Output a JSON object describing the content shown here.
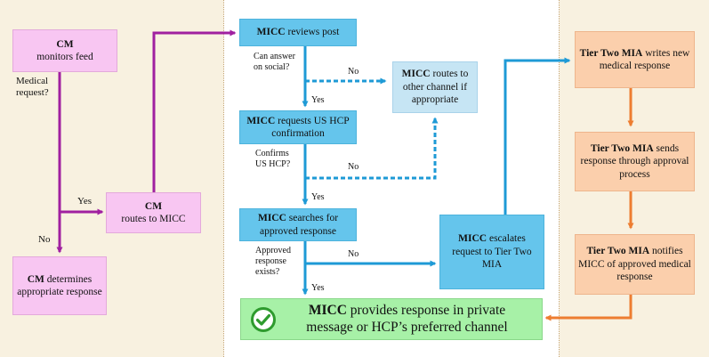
{
  "colors": {
    "lane_background": "#f8f1e0",
    "center_lane": "#ffffff",
    "community_manager": "#f8c6f2",
    "micc": "#65c5ec",
    "micc_routes_other": "#c6e5f4",
    "tier_two_mia": "#fbcfac",
    "final_response": "#a7f1a7",
    "arrow_purple": "#a020a0",
    "arrow_blue": "#1e9ad6",
    "arrow_orange": "#ed7d31",
    "check_green": "#2e9b2e"
  },
  "icons": {
    "final_check": "check-circle-icon"
  },
  "nodes": {
    "cm_monitors": {
      "bold": "CM",
      "text": "monitors feed"
    },
    "cm_routes": {
      "bold": "CM",
      "text": "routes to MICC"
    },
    "cm_determines": {
      "bold": "CM",
      "text": " determines appropriate response"
    },
    "micc_reviews": {
      "bold": "MICC",
      "text": " reviews post"
    },
    "micc_routes_other": {
      "bold": "MICC",
      "text": " routes to other channel if appropriate"
    },
    "micc_requests": {
      "bold": "MICC",
      "text": " requests US HCP confirmation"
    },
    "micc_searches": {
      "bold": "MICC",
      "text": " searches for approved response"
    },
    "micc_escalates": {
      "bold": "MICC",
      "text": " escalates request to Tier Two MIA"
    },
    "final": {
      "bold": "MICC",
      "text": " provides response in private message or HCP’s preferred channel"
    },
    "t2_writes": {
      "bold": "Tier Two MIA",
      "text": " writes new medical response"
    },
    "t2_sends": {
      "bold": "Tier Two MIA",
      "text": " sends response through approval process"
    },
    "t2_notifies": {
      "bold": "Tier Two MIA",
      "text": " notifies MICC of approved medical response"
    }
  },
  "labels": {
    "medical_request": "Medical request?",
    "yes_cm": "Yes",
    "no_cm": "No",
    "can_answer": "Can answer on social?",
    "no_social": "No",
    "yes_social": "Yes",
    "confirms_hcp": "Confirms US HCP?",
    "no_hcp": "No",
    "yes_hcp": "Yes",
    "approved_exists": "Approved response exists?",
    "no_approved": "No",
    "yes_approved": "Yes"
  }
}
